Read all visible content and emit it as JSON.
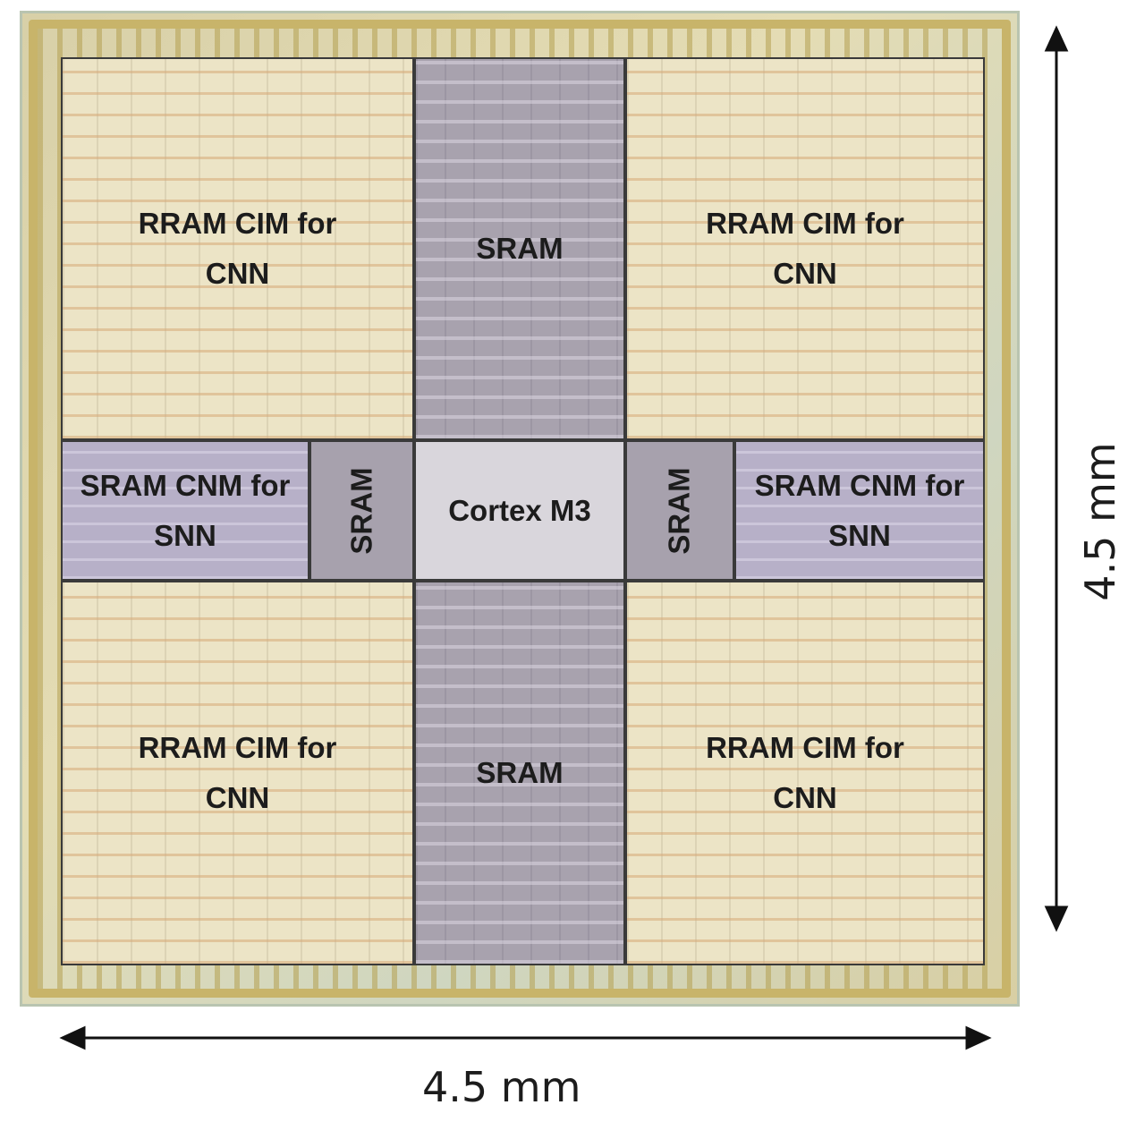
{
  "blocks": {
    "rram_tl": "RRAM CIM for CNN",
    "rram_tr": "RRAM CIM for CNN",
    "rram_bl": "RRAM CIM for CNN",
    "rram_br": "RRAM CIM for CNN",
    "sram_top": "SRAM",
    "sram_bottom": "SRAM",
    "sram_left_side": "SRAM",
    "sram_right_side": "SRAM",
    "cnm_left": "SRAM CNM for SNN",
    "cnm_right": "SRAM CNM for SNN",
    "cortex": "Cortex M3"
  },
  "dimensions": {
    "width_label": "4.5 mm",
    "height_label": "4.5 mm"
  },
  "colors": {
    "rram": "#ece4c6",
    "sram": "#a8a2ae",
    "cnm": "#b7b0c8",
    "cortex": "#d9d6dc",
    "die": "#d8d0a8",
    "pad_ring": "#c8b46a",
    "outline": "#3a3a3a"
  }
}
